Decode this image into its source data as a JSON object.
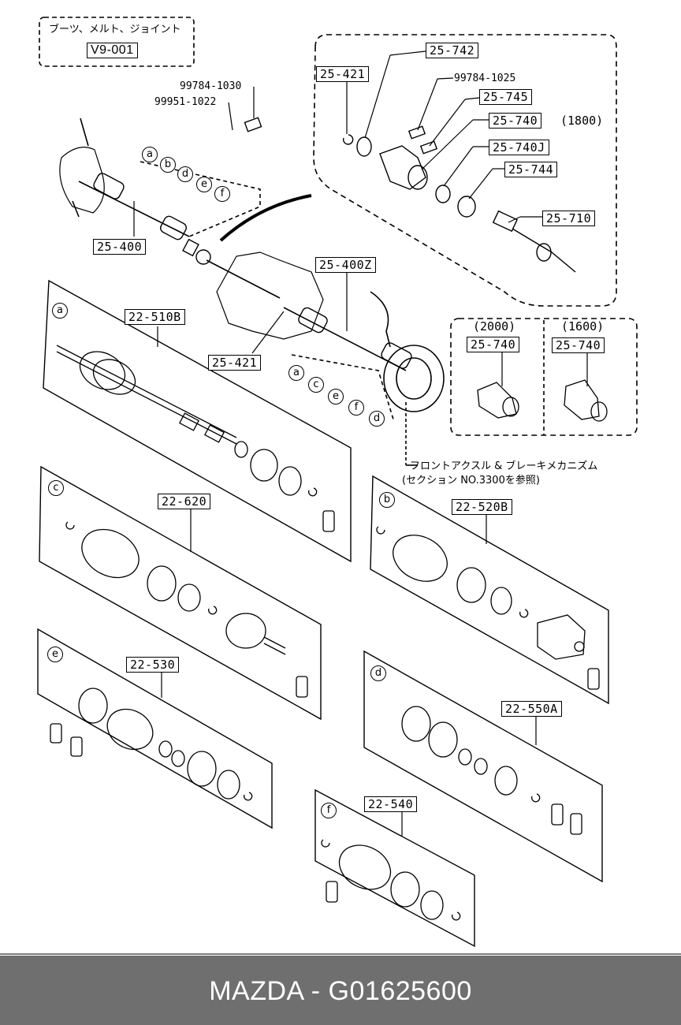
{
  "header_box": {
    "title": "ブーツ、メルト、ジョイント",
    "code": "V9-001"
  },
  "parts": {
    "p25_742": "25-742",
    "p25_421_top": "25-421",
    "p99784_1025": "99784-1025",
    "p25_745": "25-745",
    "p25_740": "25-740",
    "p1800": "(1800)",
    "p25_740J": "25-740J",
    "p25_744": "25-744",
    "p25_710": "25-710",
    "p99784_1030": "99784-1030",
    "p99951_1022": "99951-1022",
    "p25_400": "25-400",
    "p25_400Z": "25-400Z",
    "p22_510B": "22-510B",
    "p25_421_mid": "25-421",
    "p2000": "(2000)",
    "p1600": "(1600)",
    "p25_740_2000": "25-740",
    "p25_740_1600": "25-740",
    "p22_620": "22-620",
    "p22_520B": "22-520B",
    "p22_530": "22-530",
    "p22_550A": "22-550A",
    "p22_540": "22-540"
  },
  "notes": {
    "front_axle_1": "フロントアクスル & ブレーキメカニズム",
    "front_axle_2": "(セクション NO.3300を参照)"
  },
  "callouts": {
    "top": [
      "a",
      "b",
      "d",
      "e",
      "f"
    ],
    "mid": [
      "a",
      "c",
      "e",
      "f",
      "d"
    ],
    "panel_a": "a",
    "panel_c": "c",
    "panel_b": "b",
    "panel_e": "e",
    "panel_d": "d",
    "panel_f": "f"
  },
  "footer": {
    "text": "MAZDA - G01625600",
    "bg_color": "#6f6f6f"
  }
}
